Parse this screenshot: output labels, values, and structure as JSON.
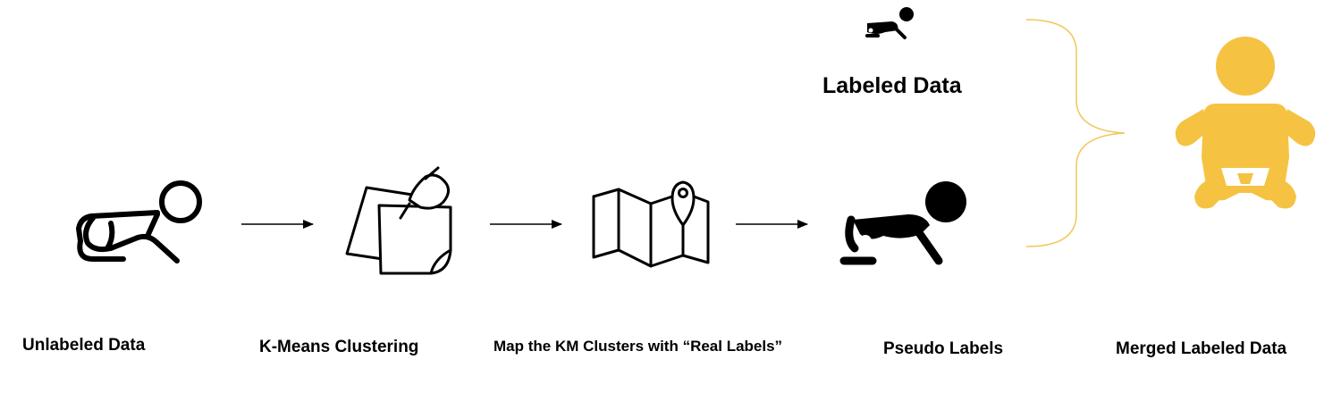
{
  "steps": {
    "unlabeled": {
      "label": "Unlabeled Data",
      "icon": "crawling-baby-outline-icon"
    },
    "kmeans": {
      "label": "K-Means Clustering",
      "icon": "pinned-sticky-notes-icon"
    },
    "map": {
      "label": "Map the KM Clusters with “Real Labels”",
      "icon": "folded-map-pin-icon"
    },
    "pseudo": {
      "label": "Pseudo Labels",
      "icon": "crawling-baby-solid-icon"
    },
    "labeled": {
      "label": "Labeled Data",
      "icon": "small-crawling-baby-icon"
    },
    "merged": {
      "label": "Merged Labeled Data",
      "icon": "sitting-baby-icon"
    }
  },
  "colors": {
    "ink": "#000000",
    "accent": "#F5C242",
    "brace": "#F0C75A"
  }
}
